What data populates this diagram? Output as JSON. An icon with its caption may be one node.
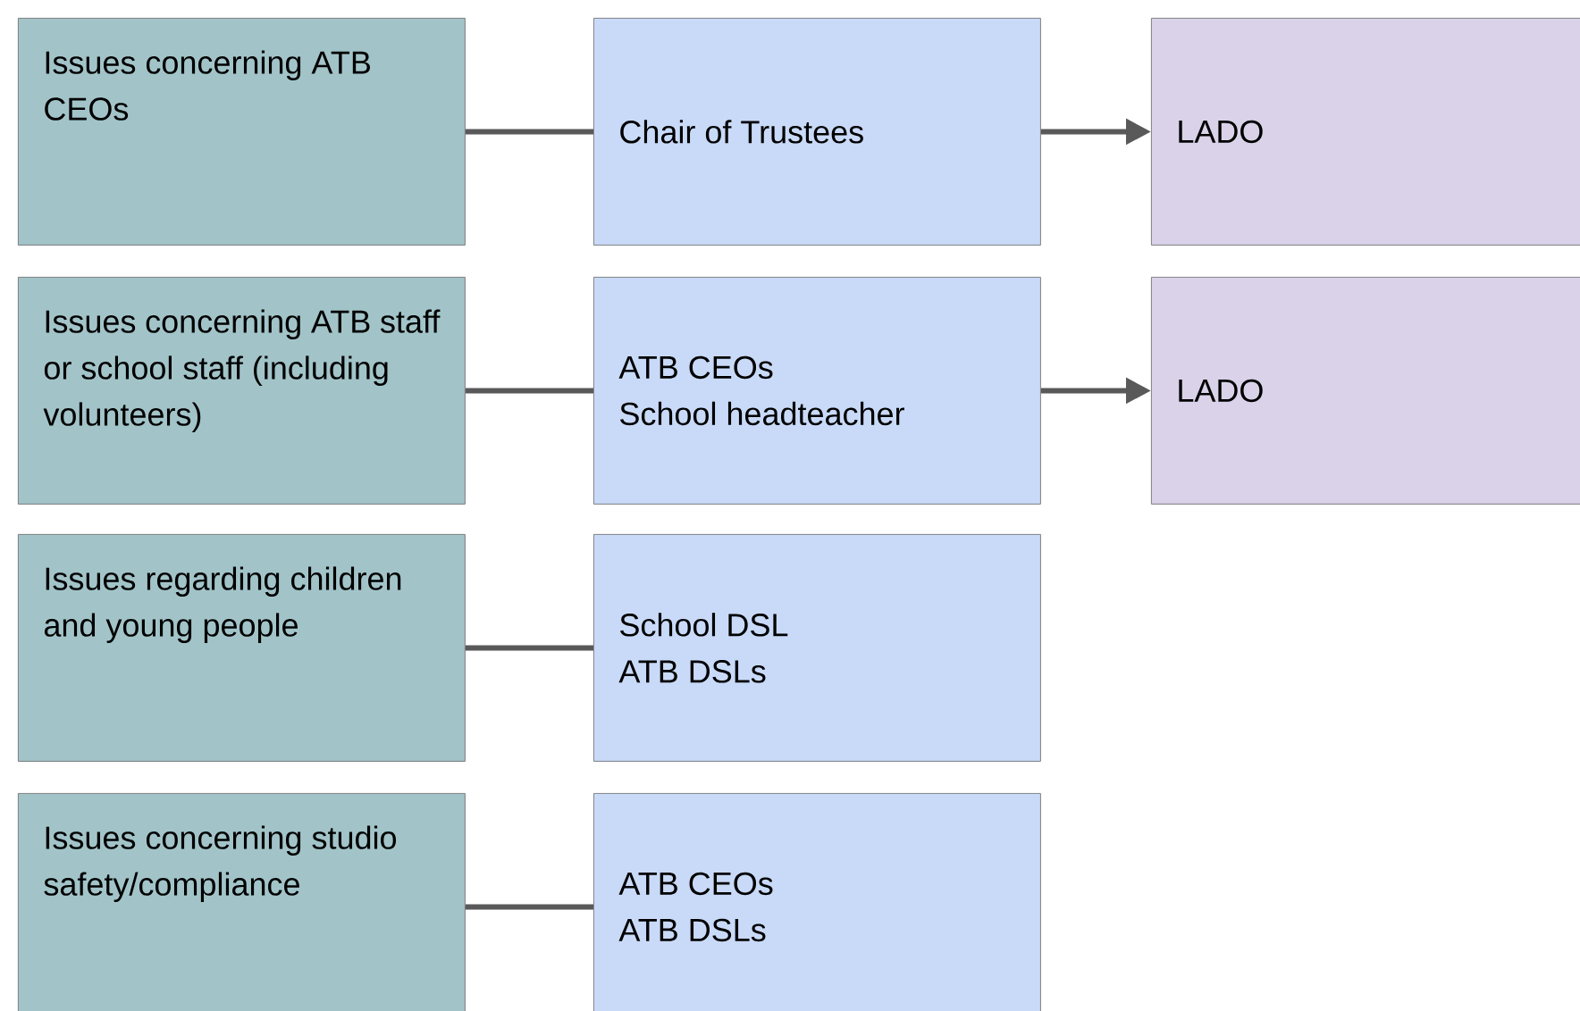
{
  "diagram": {
    "nodes": [
      {
        "text": [
          "Issues concerning ATB CEOs"
        ]
      },
      {
        "text": [
          "Chair of Trustees"
        ]
      },
      {
        "text": [
          "LADO"
        ]
      },
      {
        "text": [
          "Issues concerning ATB staff or school staff (including volunteers)"
        ]
      },
      {
        "text": [
          "ATB CEOs",
          "School headteacher"
        ]
      },
      {
        "text": [
          "LADO"
        ]
      },
      {
        "text": [
          "Issues regarding children and young people"
        ]
      },
      {
        "text": [
          "School DSL",
          "ATB DSLs"
        ]
      },
      {
        "text": [
          "Issues concerning studio safety/compliance"
        ]
      },
      {
        "text": [
          "ATB CEOs",
          "ATB DSLs"
        ]
      }
    ],
    "edges": [
      {
        "from": 0,
        "to": 1,
        "arrow": "none"
      },
      {
        "from": 1,
        "to": 2,
        "arrow": "to"
      },
      {
        "from": 3,
        "to": 4,
        "arrow": "none"
      },
      {
        "from": 4,
        "to": 5,
        "arrow": "to"
      },
      {
        "from": 6,
        "to": 7,
        "arrow": "none"
      },
      {
        "from": 8,
        "to": 9,
        "arrow": "none"
      }
    ]
  }
}
